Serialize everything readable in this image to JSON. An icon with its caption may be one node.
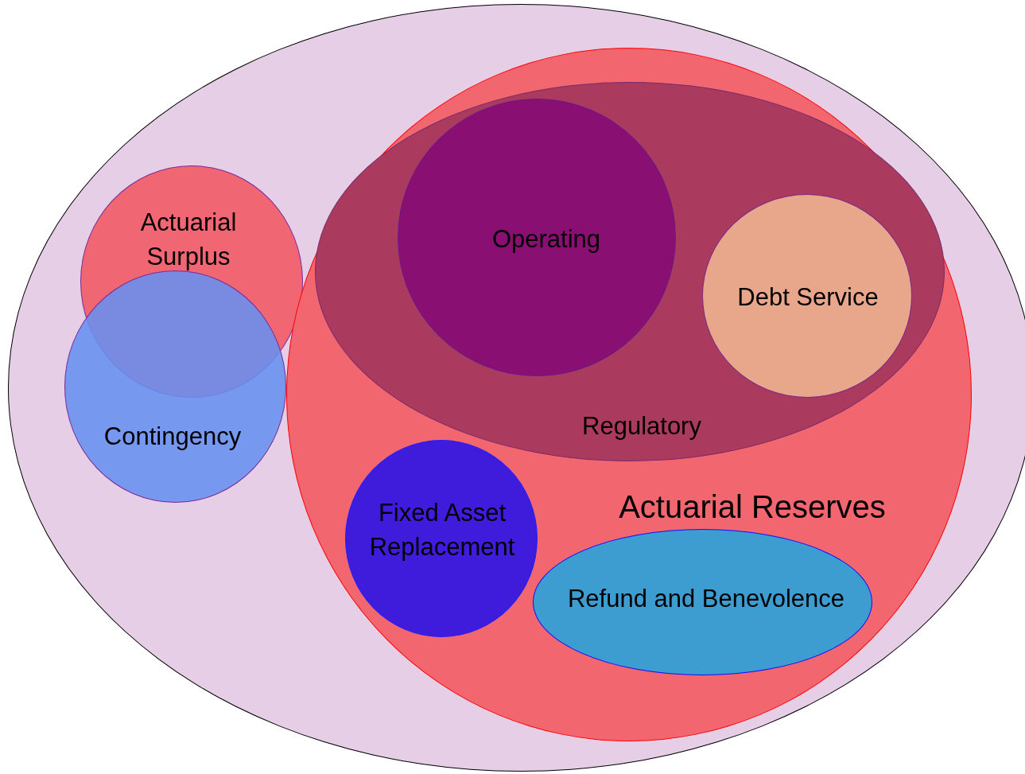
{
  "diagram": {
    "nodes": [
      {
        "text": [],
        "shape": "ellipse"
      },
      {
        "text": [
          "Actuarial Surplus"
        ],
        "in": 0
      },
      {
        "text": [
          "Contingency"
        ],
        "in": 0
      },
      {
        "text": [
          "Actuarial Reserves"
        ],
        "in": 0
      },
      {
        "text": [
          "Regulatory"
        ],
        "in": 3
      },
      {
        "text": [
          "Operating"
        ],
        "in": 4
      },
      {
        "text": [
          "Debt Service"
        ],
        "in": 4
      },
      {
        "text": [
          "Fixed Asset Replacement"
        ],
        "in": 3
      },
      {
        "text": [
          "Refund and Benevolence"
        ],
        "in": 3
      }
    ]
  }
}
